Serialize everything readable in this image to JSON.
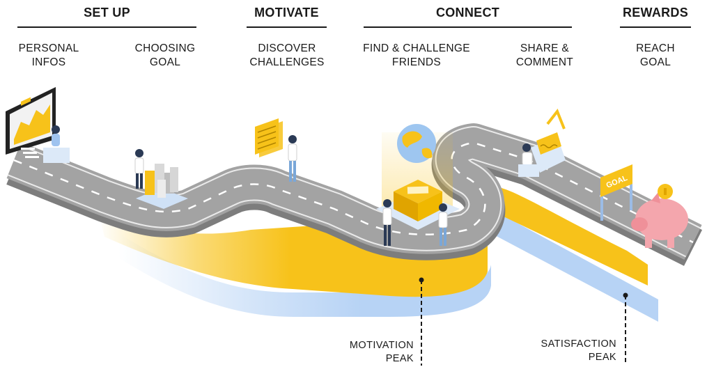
{
  "phases": [
    {
      "id": "setup",
      "title": "SET UP"
    },
    {
      "id": "motivate",
      "title": "MOTIVATE"
    },
    {
      "id": "connect",
      "title": "CONNECT"
    },
    {
      "id": "rewards",
      "title": "REWARDS"
    }
  ],
  "steps": [
    {
      "id": "personal",
      "label": "PERSONAL\nINFOS"
    },
    {
      "id": "choosing",
      "label": "CHOOSING\nGOAL"
    },
    {
      "id": "discover",
      "label": "DISCOVER\nCHALLENGES"
    },
    {
      "id": "find",
      "label": "FIND & CHALLENGE\nFRIENDS"
    },
    {
      "id": "share",
      "label": "SHARE &\nCOMMENT"
    },
    {
      "id": "reach",
      "label": "REACH\nGOAL"
    }
  ],
  "peaks": {
    "motivation": "MOTIVATION\nPEAK",
    "satisfaction": "SATISFACTION\nPEAK"
  },
  "goal_sign": "GOAL",
  "colors": {
    "yellow": "#f7c21a",
    "blue": "#b7d3f5",
    "road": "#a3a3a3",
    "road_dark": "#7d7d7d",
    "pig": "#f4a6ad"
  }
}
